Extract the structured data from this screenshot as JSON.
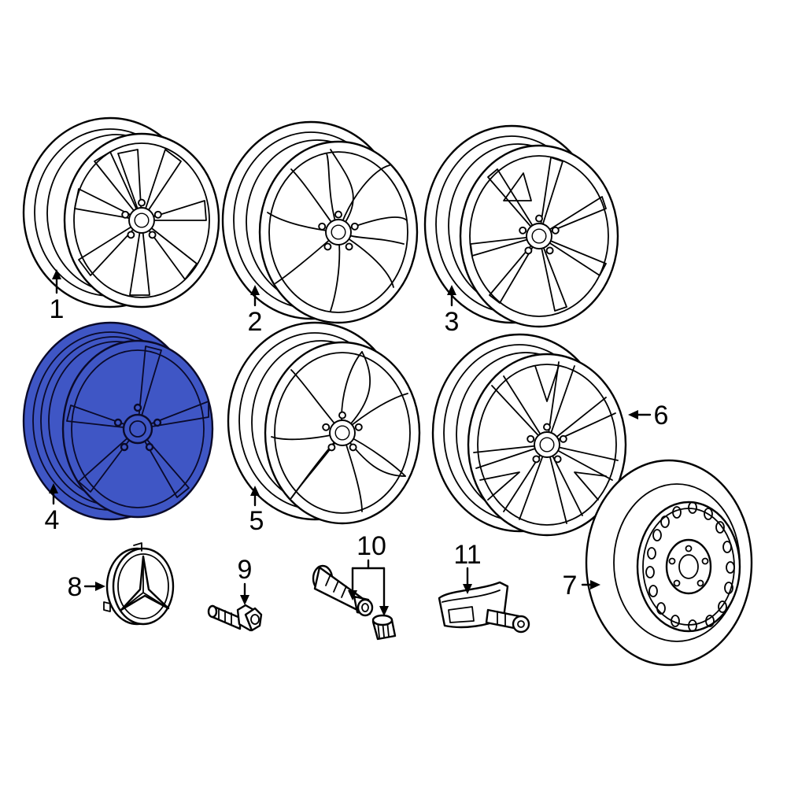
{
  "callouts": [
    {
      "id": "1",
      "text": "1"
    },
    {
      "id": "2",
      "text": "2"
    },
    {
      "id": "3",
      "text": "3"
    },
    {
      "id": "4",
      "text": "4"
    },
    {
      "id": "5",
      "text": "5"
    },
    {
      "id": "6",
      "text": "6"
    },
    {
      "id": "7",
      "text": "7"
    },
    {
      "id": "8",
      "text": "8"
    },
    {
      "id": "9",
      "text": "9"
    },
    {
      "id": "10",
      "text": "10"
    },
    {
      "id": "11",
      "text": "11"
    }
  ],
  "highlight_color": "#3f56c5",
  "highlighted_part": "4"
}
